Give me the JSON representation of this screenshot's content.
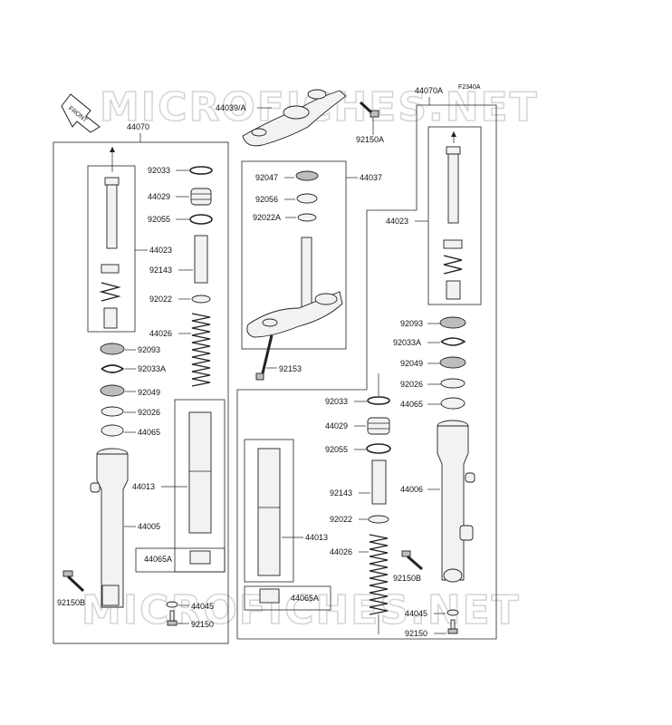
{
  "watermark": {
    "text": "MICROFICHES.NET"
  },
  "diagram_code": "F2340A",
  "front_arrow": {
    "label": "FRONT"
  },
  "labels": {
    "l44070": "44070",
    "l44070a": "44070A",
    "l44039a": "44039/A",
    "l92150a": "92150A",
    "l44037": "44037",
    "l92047": "92047",
    "l92056": "92056",
    "l92022a": "92022A",
    "l92153": "92153",
    "L_92033": "92033",
    "L_44029": "44029",
    "L_92055": "92055",
    "L_44023": "44023",
    "L_92143": "92143",
    "L_92022": "92022",
    "L_44026": "44026",
    "L_92093": "92093",
    "L_92033a": "92033A",
    "L_92049": "92049",
    "L_92026": "92026",
    "L_44065": "44065",
    "L_44013": "44013",
    "L_44005": "44005",
    "L_44065a": "44065A",
    "L_92150b": "92150B",
    "L_44045": "44045",
    "L_92150": "92150",
    "R_44023": "44023",
    "R_92093": "92093",
    "R_92033a": "92033A",
    "R_92049": "92049",
    "R_92026": "92026",
    "R_44065": "44065",
    "R_92033": "92033",
    "R_44029": "44029",
    "R_92055": "92055",
    "R_44006": "44006",
    "R_92143": "92143",
    "R_92022": "92022",
    "R_44013": "44013",
    "R_44026": "44026",
    "R_92150b": "92150B",
    "R_44065a": "44065A",
    "R_44045": "44045",
    "R_92150": "92150"
  }
}
